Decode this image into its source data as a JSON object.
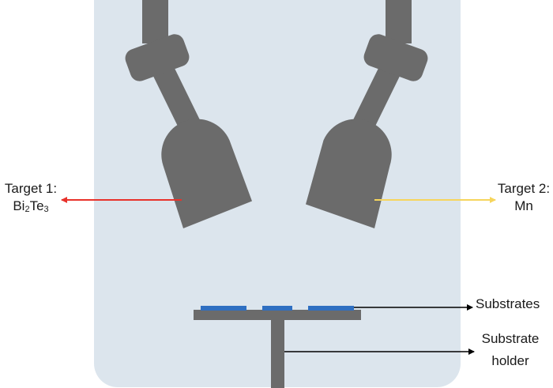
{
  "target1": {
    "line1": "Target 1:",
    "formula": {
      "el1": "Bi",
      "sub1": "2",
      "el2": "Te",
      "sub2": "3"
    },
    "arrow_color": "#e8322b"
  },
  "target2": {
    "line1": "Target 2:",
    "line2": "Mn",
    "arrow_color": "#f6d55c"
  },
  "substrates_label": "Substrates",
  "holder_label": {
    "line1": "Substrate",
    "line2": "holder"
  },
  "colors": {
    "chamber": "#dce5ed",
    "gun": "#6b6b6b",
    "substrate": "#2f6fc1",
    "arrow_black": "#000000"
  }
}
